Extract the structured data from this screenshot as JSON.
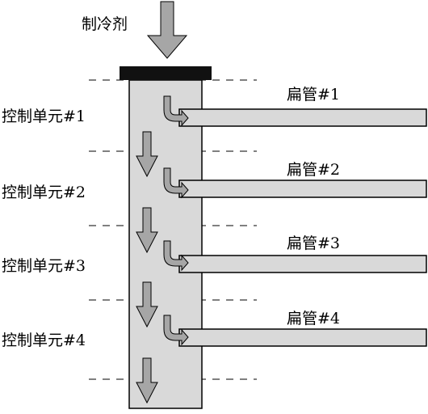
{
  "inlet_label": "制冷剂",
  "control_units": [
    {
      "label": "控制单元#1"
    },
    {
      "label": "控制单元#2"
    },
    {
      "label": "控制单元#3"
    },
    {
      "label": "控制单元#4"
    }
  ],
  "flat_tubes": [
    {
      "label": "扁管#1"
    },
    {
      "label": "扁管#2"
    },
    {
      "label": "扁管#3"
    },
    {
      "label": "扁管#4"
    }
  ],
  "colors": {
    "arrow_fill": "#a6a6a6",
    "header_fill": "#d9d9d9",
    "tube_fill": "#d9d9d9",
    "cap_fill": "#111111",
    "stroke": "#000000"
  }
}
